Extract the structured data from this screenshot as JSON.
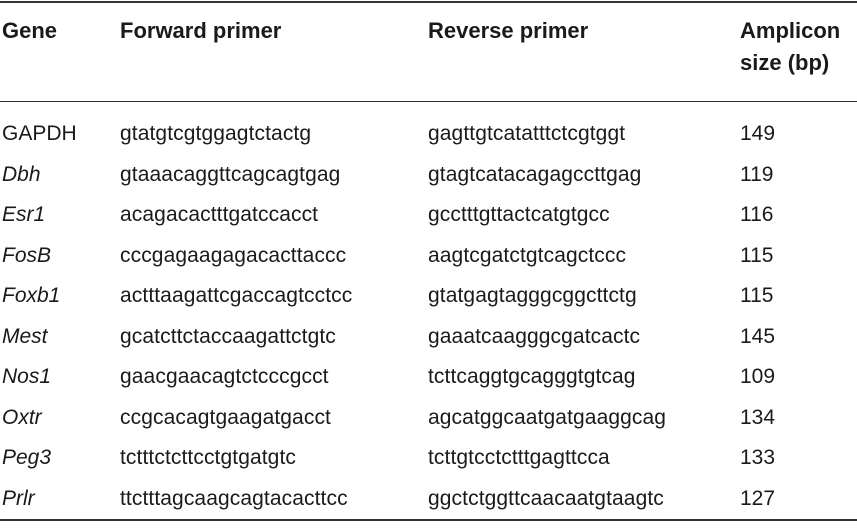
{
  "table": {
    "headers": {
      "gene": "Gene",
      "forward": "Forward primer",
      "reverse": "Reverse primer",
      "amplicon": "Amplicon size (bp)"
    },
    "rows": [
      {
        "gene": "GAPDH",
        "italic": false,
        "forward": "gtatgtcgtggagtctactg",
        "reverse": "gagttgtcatatttctcgtggt",
        "size": "149"
      },
      {
        "gene": "Dbh",
        "italic": true,
        "forward": "gtaaacaggttcagcagtgag",
        "reverse": "gtagtcatacagagccttgag",
        "size": "119"
      },
      {
        "gene": "Esr1",
        "italic": true,
        "forward": "acagacactttgatccacct",
        "reverse": "gcctttgttactcatgtgcc",
        "size": "116"
      },
      {
        "gene": "FosB",
        "italic": true,
        "forward": "cccgagaagagacacttaccc",
        "reverse": "aagtcgatctgtcagctccc",
        "size": "115"
      },
      {
        "gene": "Foxb1",
        "italic": true,
        "forward": "actttaagattcgaccagtcctcc",
        "reverse": "gtatgagtagggcggcttctg",
        "size": "115"
      },
      {
        "gene": "Mest",
        "italic": true,
        "forward": "gcatcttctaccaagattctgtc",
        "reverse": "gaaatcaagggcgatcactc",
        "size": "145"
      },
      {
        "gene": "Nos1",
        "italic": true,
        "forward": "gaacgaacagtctcccgcct",
        "reverse": "tcttcaggtgcagggtgtcag",
        "size": "109"
      },
      {
        "gene": "Oxtr",
        "italic": true,
        "forward": "ccgcacagtgaagatgacct",
        "reverse": "agcatggcaatgatgaaggcag",
        "size": "134"
      },
      {
        "gene": "Peg3",
        "italic": true,
        "forward": "tctttctcttcctgtgatgtc",
        "reverse": "tcttgtcctctttgagttcca",
        "size": "133"
      },
      {
        "gene": "Prlr",
        "italic": true,
        "forward": "ttctttagcaagcagtacacttcc",
        "reverse": "ggctctggttcaacaatgtaagtc",
        "size": "127"
      }
    ]
  }
}
